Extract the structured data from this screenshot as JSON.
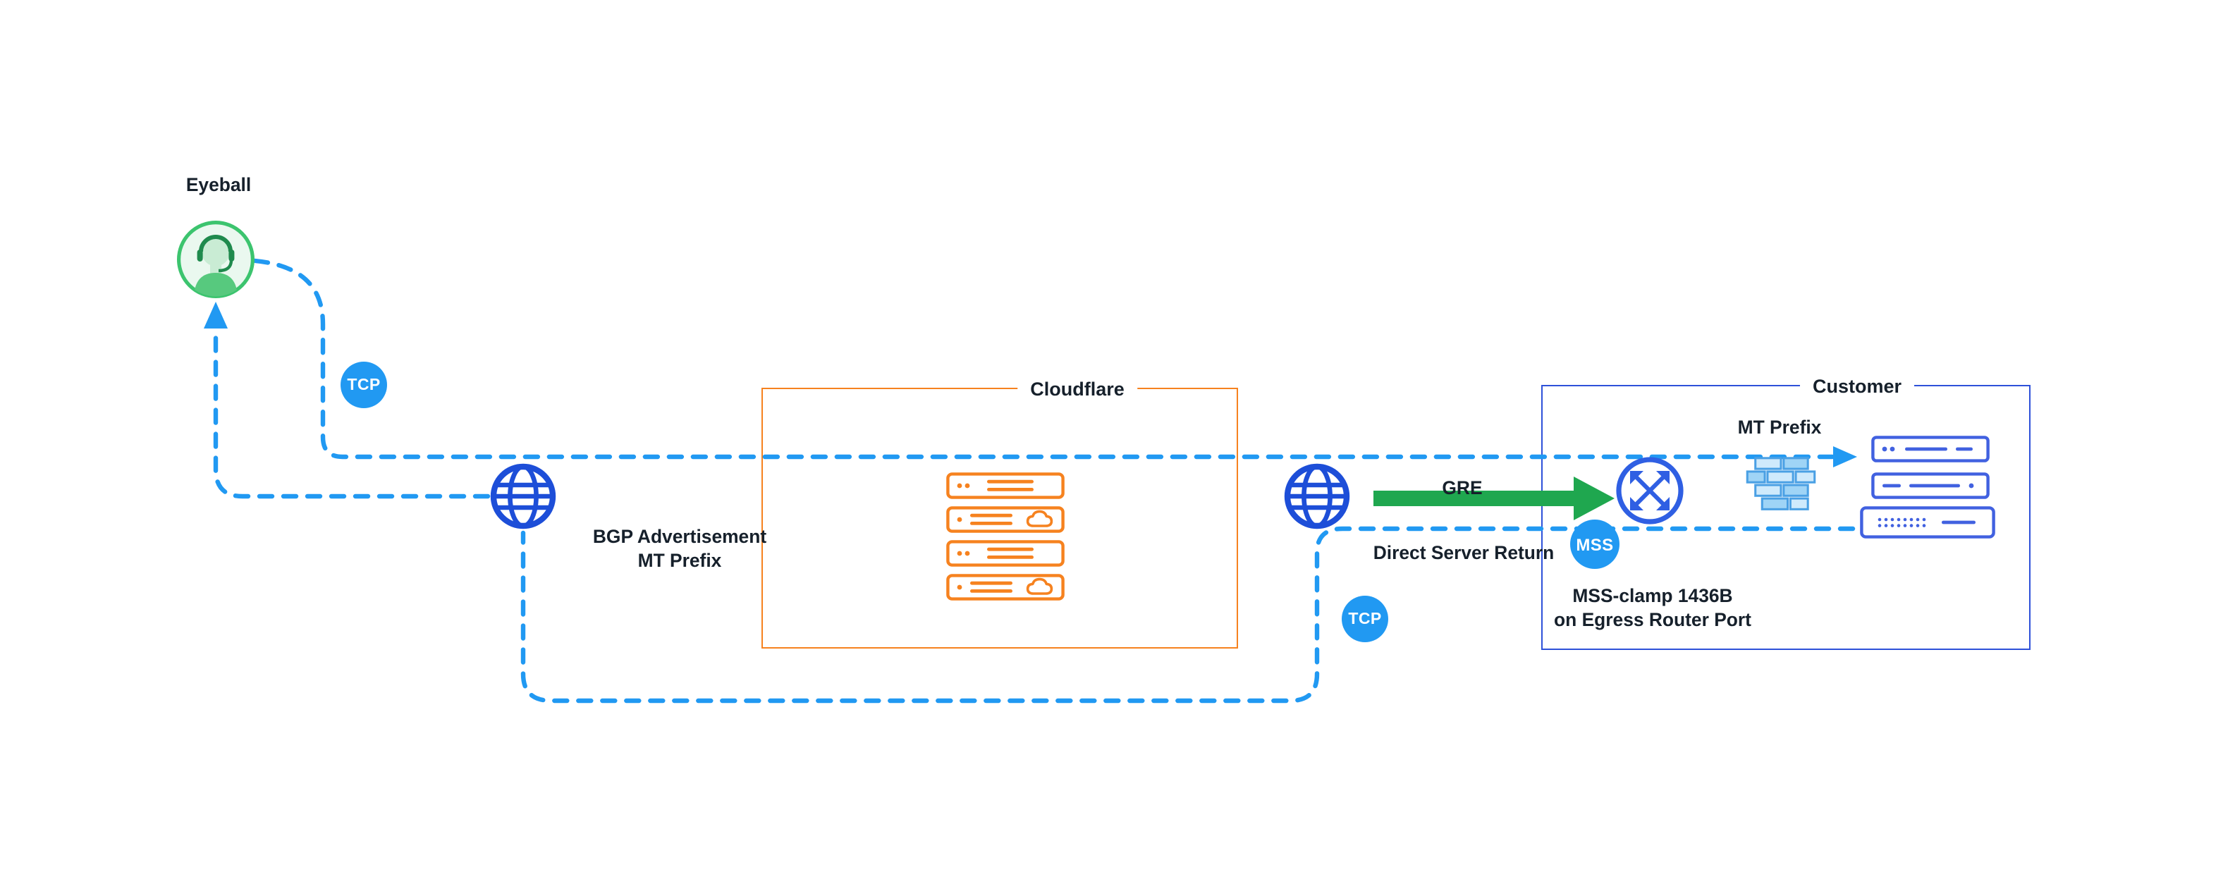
{
  "nodes": {
    "eyeball": {
      "label": "Eyeball"
    },
    "cloudflare": {
      "label": "Cloudflare"
    },
    "customer": {
      "label": "Customer"
    }
  },
  "badges": {
    "tcp_upper": "TCP",
    "tcp_lower": "TCP",
    "mss": "MSS"
  },
  "labels": {
    "bgp_line1": "BGP Advertisement",
    "bgp_line2": "MT Prefix",
    "gre": "GRE",
    "direct_server_return": "Direct Server Return",
    "mt_prefix": "MT Prefix",
    "mss_clamp_line1": "MSS-clamp 1436B",
    "mss_clamp_line2": "on Egress Router Port"
  },
  "icons": {
    "eyeball": "headset-person-icon",
    "internet_left": "globe-icon",
    "internet_right": "globe-icon",
    "cloudflare_servers": "server-stack-icon",
    "router": "router-exchange-icon",
    "firewall": "firewall-bricks-icon",
    "customer_servers": "server-stack-icon",
    "gre_arrow": "green-arrow-right-icon",
    "return_arrow": "blue-arrow-up-icon"
  },
  "colors": {
    "path_blue": "#2199f2",
    "badge_blue": "#2199f2",
    "globe_blue": "#1d4ed8",
    "customer_blue": "#2e51d9",
    "server_blue": "#4161e0",
    "router_blue": "#2f5fe3",
    "cloudflare_orange": "#f6821f",
    "arrow_green": "#1fa74f",
    "eyeball_green": "#3cc46e",
    "text": "#16202b"
  }
}
